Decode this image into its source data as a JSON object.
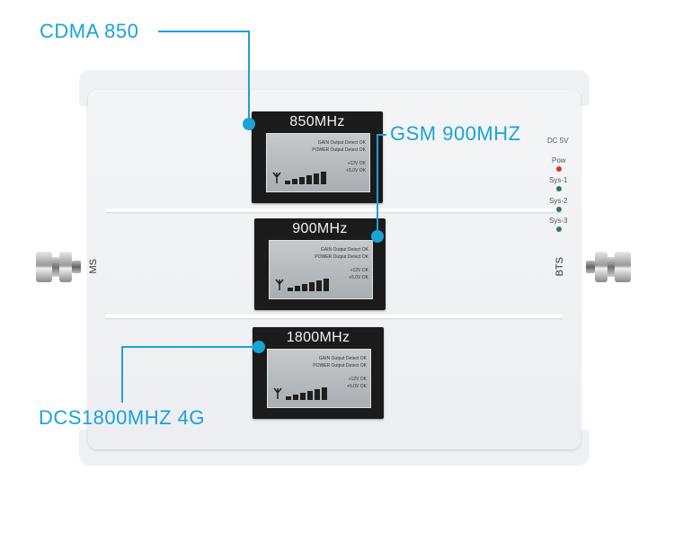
{
  "callouts": {
    "cdma": "CDMA 850",
    "gsm": "GSM 900MHZ",
    "dcs": "DCS1800MHZ 4G"
  },
  "ports": {
    "left": "MS",
    "right": "BTS"
  },
  "power_label": "DC 5V",
  "leds": [
    {
      "label": "Pow",
      "color": "#d9332b"
    },
    {
      "label": "Sys-1",
      "color": "#2e7d4f"
    },
    {
      "label": "Sys-2",
      "color": "#2e7d4f"
    },
    {
      "label": "Sys-3",
      "color": "#2e7d4f"
    }
  ],
  "panels": [
    {
      "freq": "850MHz",
      "rows": [
        "GAIN Output Detect   OK",
        "POWER Output Detect   OK",
        "+12V OK",
        "+5.0V OK"
      ]
    },
    {
      "freq": "900MHz",
      "rows": [
        "GAIN Output Detect   OK",
        "POWER Output Detect   OK",
        "+12V OK",
        "+5.0V OK"
      ]
    },
    {
      "freq": "1800MHz",
      "rows": [
        "GAIN Output Detect   OK",
        "POWER Output Detect   OK",
        "+12V OK",
        "+5.0V OK"
      ]
    }
  ],
  "colors": {
    "accent": "#1aa3d6",
    "panel": "#1b1b1b"
  }
}
